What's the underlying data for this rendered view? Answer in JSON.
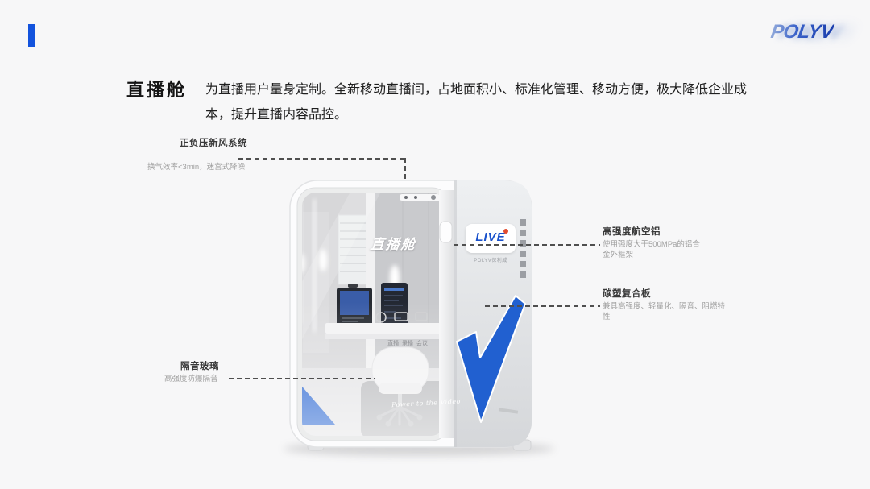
{
  "colors": {
    "background": "#f7f7f8",
    "accent_blue": "#1353dd",
    "booth_blue": "#2160d0",
    "live_blue": "#1a52cc",
    "live_dot_red": "#e24b2e",
    "dash_gray": "#4f4f4f"
  },
  "header": {
    "brand": "POLYV"
  },
  "intro": {
    "title": "直播舱",
    "description": "为直播用户量身定制。全新移动直播间，占地面积小、标准化管理、移动方便，极大降低企业成本，提升直播内容品控。"
  },
  "callouts": {
    "ventilation": {
      "title": "正负压新风系统",
      "desc": "换气效率<3min，迷宫式降噪"
    },
    "aluminum": {
      "title": "高强度航空铝",
      "desc": "使用强度大于500MPa的铝合金外框架"
    },
    "carbon_panel": {
      "title": "碳塑复合板",
      "desc": "兼具高强度、轻量化、隔音、阻燃特性"
    },
    "glass": {
      "title": "隔音玻璃",
      "desc": "高强度防爆隔音"
    }
  },
  "booth": {
    "live_badge": "LIVE",
    "live_brand": "POLYV保利威",
    "glass_label": "直播舱",
    "modes": "直播  录播  会议",
    "floor_script": "Power to the Video"
  }
}
